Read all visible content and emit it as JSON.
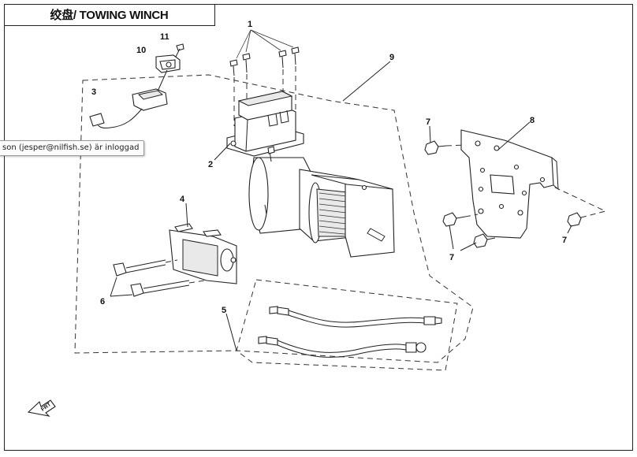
{
  "title": "绞盘/ TOWING WINCH",
  "tooltip": "son (jesper@nilfish.se) är inloggad",
  "callouts": {
    "c1": "1",
    "c2": "2",
    "c3": "3",
    "c4": "4",
    "c5": "5",
    "c6": "6",
    "c7a": "7",
    "c7b": "7",
    "c7c": "7",
    "c8": "8",
    "c9": "9",
    "c10": "10",
    "c11": "11"
  },
  "front_arrow": "FRT",
  "icons": {
    "front_arrow": "front-direction-arrow-icon"
  },
  "colors": {
    "line": "#222222",
    "background": "#ffffff"
  }
}
